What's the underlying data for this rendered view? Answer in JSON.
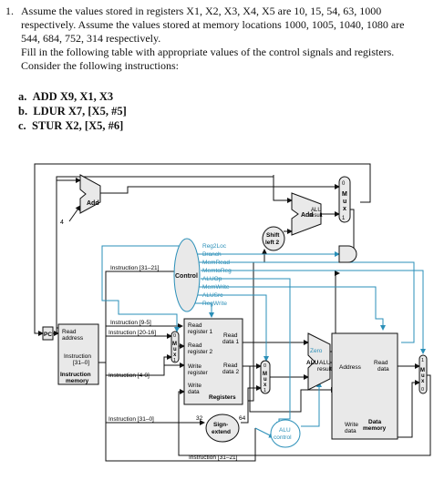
{
  "question": {
    "number": "1.",
    "line1": "Assume the values stored in registers X1, X2, X3, X4, X5 are 10, 15, 54, 63, 1000",
    "line2": "respectively. Assume the values stored at memory locations 1000, 1005, 1040, 1080 are",
    "line3": "544, 684, 752, 314 respectively.",
    "line4": "Fill in the following table with appropriate values of the control signals and registers.",
    "line5": "Consider the following instructions:"
  },
  "instructions": [
    {
      "label": "a.",
      "text": "ADD X9, X1, X3"
    },
    {
      "label": "b.",
      "text": "LDUR X7, [X5, #5]"
    },
    {
      "label": "c.",
      "text": "STUR X2, [X5, #6]"
    }
  ],
  "diagram": {
    "add_label": "Add",
    "four": "4",
    "pc": "PC",
    "alu_add_label": "Add",
    "alu_add_alu": "ALU",
    "alu_add_result": "result",
    "shift_line1": "Shift",
    "shift_line2": "left 2",
    "control": "Control",
    "control_signals": [
      "Reg2Loc",
      "Branch",
      "MemRead",
      "MemtoReg",
      "ALUOp",
      "MemWrite",
      "ALUSrc",
      "RegWrite"
    ],
    "instr_31_21_top": "Instruction [31–21]",
    "instr_9_5": "Instruction [9-5]",
    "instr_20_16": "Instruction [20-16]",
    "instr_4_0": "Instruction [4-0]",
    "instr_31_0": "Instruction [31–0]",
    "instr_31_21_bottom": "Instruction [31–21]",
    "imem": {
      "read_address_1": "Read",
      "read_address_2": "address",
      "instruction_1": "Instruction",
      "instruction_2": "[31–0]",
      "title_1": "Instruction",
      "title_2": "memory"
    },
    "registers": {
      "read_reg1_a": "Read",
      "read_reg1_b": "register 1",
      "read_reg2_a": "Read",
      "read_reg2_b": "register 2",
      "write_reg_a": "Write",
      "write_reg_b": "register",
      "write_data_a": "Write",
      "write_data_b": "data",
      "read_data1_a": "Read",
      "read_data1_b": "data 1",
      "read_data2_a": "Read",
      "read_data2_b": "data 2",
      "title": "Registers"
    },
    "mux_letters": [
      "M",
      "u",
      "x"
    ],
    "mux_zero": "0",
    "mux_one": "1",
    "zero": "Zero",
    "alu_main_1": "ALU",
    "alu_main_2": "ALU",
    "alu_main_3": "result",
    "dmem": {
      "address": "Address",
      "read_data_1": "Read",
      "read_data_2": "data",
      "write_data_1": "Write",
      "write_data_2": "data",
      "title_1": "Data",
      "title_2": "memory"
    },
    "sign_extend_1": "Sign-",
    "sign_extend_2": "extend",
    "bits_32": "32",
    "bits_64": "64",
    "alu_control_1": "ALU",
    "alu_control_2": "control"
  },
  "colors": {
    "control_blue": "#2a8fb8",
    "datapath": "#111111",
    "component_fill": "#e9e9e9"
  }
}
